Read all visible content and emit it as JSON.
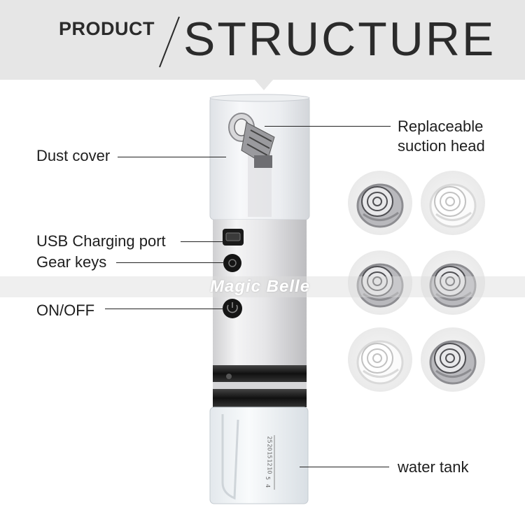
{
  "header": {
    "product": "PRODUCT",
    "structure": "STRUCTURE"
  },
  "labels": {
    "dust_cover": "Dust cover",
    "usb_port": "USB Charging port",
    "gear_keys": "Gear keys",
    "on_off": "ON/OFF",
    "suction_head_line1": "Replaceable",
    "suction_head_line2": "suction head",
    "water_tank": "water tank"
  },
  "tank_scale": [
    "25",
    "20",
    "15",
    "12",
    "10",
    "5",
    "4"
  ],
  "suction_heads": [
    {
      "name": "head-1",
      "style": "metal"
    },
    {
      "name": "head-2",
      "style": "white"
    },
    {
      "name": "head-3",
      "style": "metal"
    },
    {
      "name": "head-4",
      "style": "metal"
    },
    {
      "name": "head-5",
      "style": "white"
    },
    {
      "name": "head-6",
      "style": "metal"
    }
  ],
  "watermark": "Magic Belle",
  "colors": {
    "header_bg": "#e6e6e6",
    "text": "#1e1e1e",
    "device_body": "#e9e9ea",
    "device_band": "#1b1b1b"
  }
}
